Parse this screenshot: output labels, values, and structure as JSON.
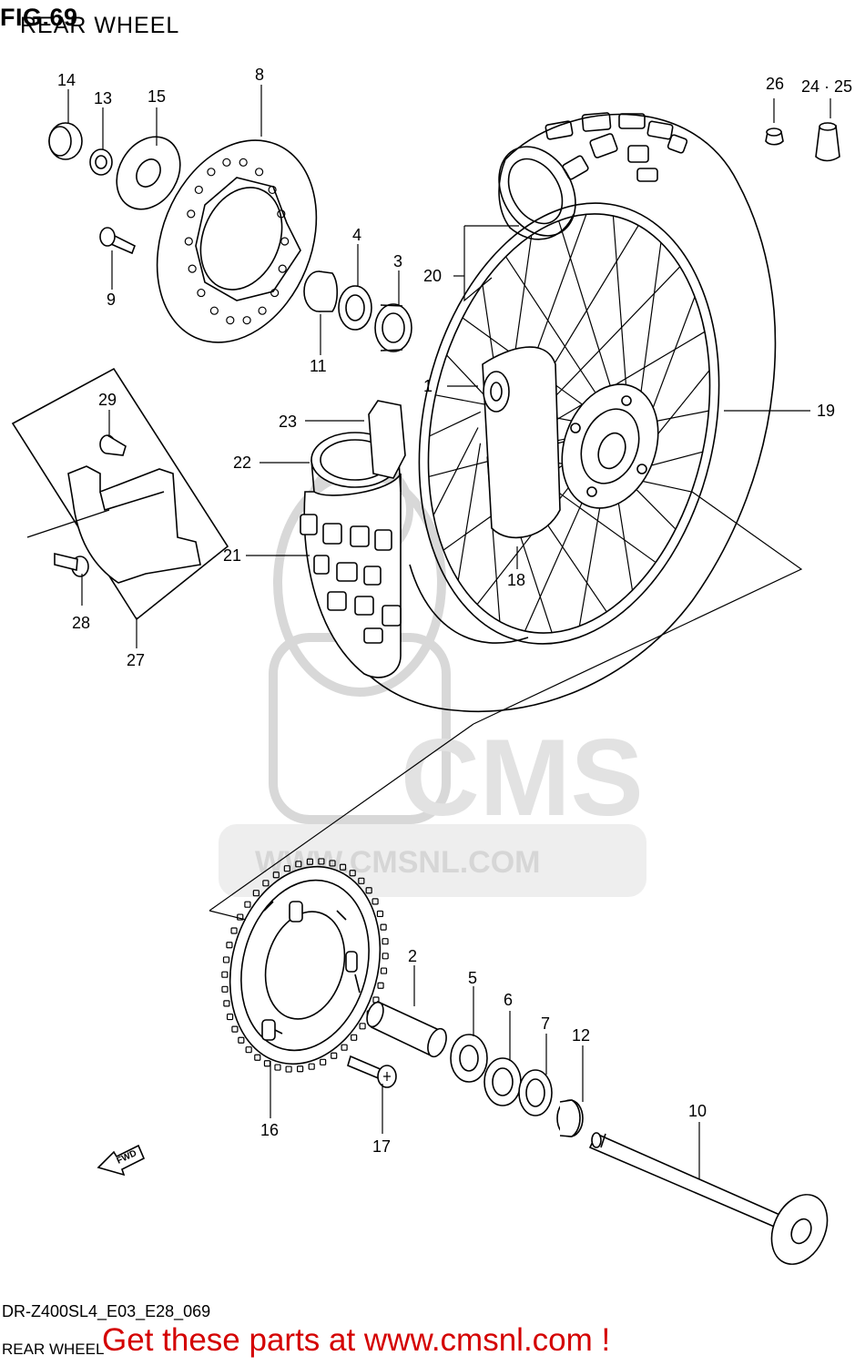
{
  "figure": {
    "title": "FIG.69",
    "subtitle": "REAR WHEEL",
    "model_code": "DR-Z400SL4_E03_E28_069",
    "footer_name": "REAR WHEEL"
  },
  "watermark": {
    "logo_text": "CMS",
    "url_text": "WWW.CMSNL.COM"
  },
  "cta": {
    "text": "Get these parts at www.cmsnl.com !"
  },
  "fwd_label": "FWD",
  "callouts": {
    "c1": "1",
    "c2": "2",
    "c3": "3",
    "c4": "4",
    "c5": "5",
    "c6": "6",
    "c7": "7",
    "c8": "8",
    "c9": "9",
    "c10": "10",
    "c11": "11",
    "c12": "12",
    "c13": "13",
    "c14": "14",
    "c15": "15",
    "c16": "16",
    "c17": "17",
    "c18": "18",
    "c19": "19",
    "c20": "20",
    "c21": "21",
    "c22": "22",
    "c23": "23",
    "c2425": "24 · 25",
    "c26": "26",
    "c27": "27",
    "c28": "28",
    "c29": "29"
  },
  "colors": {
    "line": "#000000",
    "watermark": "#e4e4e4",
    "cta": "#d40000"
  }
}
